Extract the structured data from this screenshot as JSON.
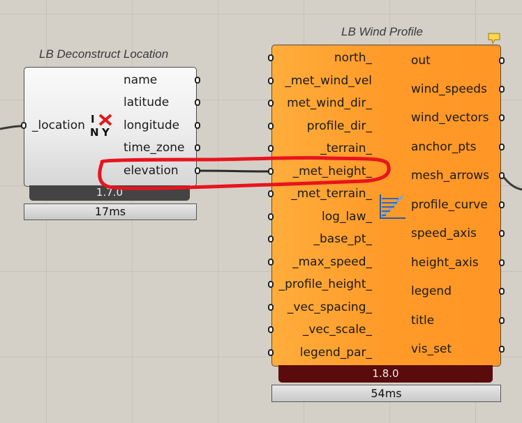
{
  "components": {
    "deconstruct_location": {
      "title": "LB Deconstruct Location",
      "inputs": [
        "_location"
      ],
      "outputs": [
        "name",
        "latitude",
        "longitude",
        "time_zone",
        "elevation"
      ],
      "version": "1.7.0",
      "time": "17ms",
      "icon": "new-york-city-icon"
    },
    "wind_profile": {
      "title": "LB Wind Profile",
      "inputs": [
        "north_",
        "_met_wind_vel",
        "met_wind_dir_",
        "profile_dir_",
        "_terrain_",
        "_met_height_",
        "_met_terrain_",
        "log_law_",
        "_base_pt_",
        "_max_speed_",
        "_profile_height_",
        "_vec_spacing_",
        "_vec_scale_",
        "legend_par_"
      ],
      "outputs": [
        "out",
        "wind_speeds",
        "wind_vectors",
        "anchor_pts",
        "mesh_arrows",
        "profile_curve",
        "speed_axis",
        "height_axis",
        "legend",
        "title",
        "vis_set"
      ],
      "version": "1.8.0",
      "time": "54ms",
      "icon": "wind-profile-icon"
    }
  },
  "colors": {
    "canvas": "#d4d0c8",
    "wind_component": "#ff9a28",
    "annotation": "#e8141e"
  }
}
